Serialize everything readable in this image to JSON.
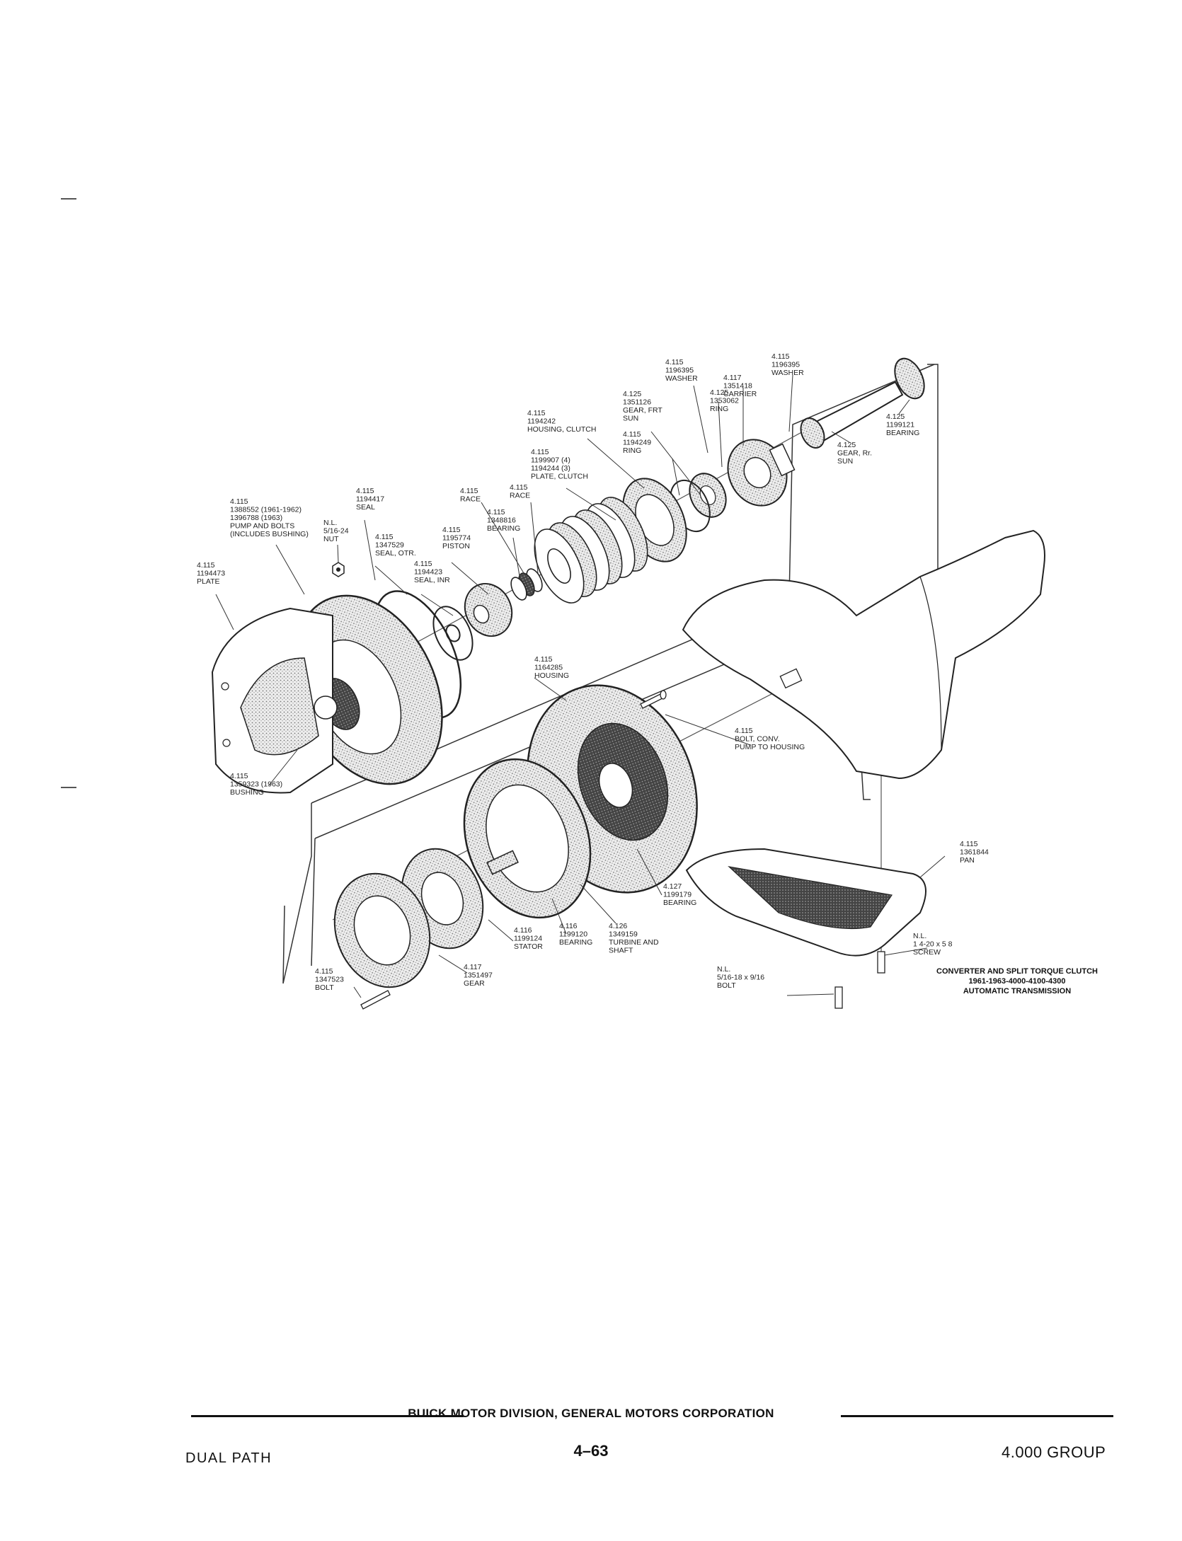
{
  "callouts": [
    {
      "id": "washer-a",
      "lines": [
        "4.115",
        "1196395",
        "WASHER"
      ]
    },
    {
      "id": "washer-b",
      "lines": [
        "4.115",
        "1196395",
        "WASHER"
      ]
    },
    {
      "id": "carrier",
      "lines": [
        "4.117",
        "1351418",
        "CARRIER"
      ]
    },
    {
      "id": "ring-a",
      "lines": [
        "4.125",
        "1353062",
        "RING"
      ]
    },
    {
      "id": "gear-frt-sun",
      "lines": [
        "4.125",
        "1351126",
        "GEAR, FRT",
        "SUN"
      ]
    },
    {
      "id": "bearing-a",
      "lines": [
        "4.125",
        "1199121",
        "BEARING"
      ]
    },
    {
      "id": "gear-rr-sun",
      "lines": [
        "4.125",
        "GEAR, Rr.",
        "SUN"
      ]
    },
    {
      "id": "housing-clutch",
      "lines": [
        "4.115",
        "1194242",
        "HOUSING, CLUTCH"
      ]
    },
    {
      "id": "ring-b",
      "lines": [
        "4.115",
        "1194249",
        "RING"
      ]
    },
    {
      "id": "plate-clutch",
      "lines": [
        "4.115",
        "1199907 (4)",
        "1194244 (3)",
        "PLATE, CLUTCH"
      ]
    },
    {
      "id": "race-a",
      "lines": [
        "4.115",
        "RACE"
      ]
    },
    {
      "id": "race-b",
      "lines": [
        "4.115",
        "RACE"
      ]
    },
    {
      "id": "bearing-b",
      "lines": [
        "4.115",
        "1348816",
        "BEARING"
      ]
    },
    {
      "id": "piston",
      "lines": [
        "4.115",
        "1195774",
        "PISTON"
      ]
    },
    {
      "id": "seal-inr",
      "lines": [
        "4.115",
        "1194423",
        "SEAL, INR"
      ]
    },
    {
      "id": "seal-otr",
      "lines": [
        "4.115",
        "1347529",
        "SEAL, OTR."
      ]
    },
    {
      "id": "seal",
      "lines": [
        "4.115",
        "1194417",
        "SEAL"
      ]
    },
    {
      "id": "nut",
      "lines": [
        "N.L.",
        "5/16-24",
        "NUT"
      ]
    },
    {
      "id": "pump",
      "lines": [
        "4.115",
        "1388552 (1961-1962)",
        "1396788 (1963)",
        "PUMP AND BOLTS",
        "(INCLUDES BUSHING)"
      ]
    },
    {
      "id": "plate",
      "lines": [
        "4.115",
        "1194473",
        "PLATE"
      ]
    },
    {
      "id": "bushing",
      "lines": [
        "4.115",
        "1359323 (1963)",
        "BUSHING"
      ]
    },
    {
      "id": "housing",
      "lines": [
        "4.115",
        "1164285",
        "HOUSING"
      ]
    },
    {
      "id": "bolt-conv",
      "lines": [
        "4.115",
        "BOLT, CONV.",
        "PUMP TO HOUSING"
      ]
    },
    {
      "id": "pan",
      "lines": [
        "4.115",
        "1361844",
        "PAN"
      ]
    },
    {
      "id": "bearing-c",
      "lines": [
        "4.127",
        "1199179",
        "BEARING"
      ]
    },
    {
      "id": "turbine",
      "lines": [
        "4.126",
        "1349159",
        "TURBINE AND",
        "SHAFT"
      ]
    },
    {
      "id": "bearing-d",
      "lines": [
        "4.116",
        "1199120",
        "BEARING"
      ]
    },
    {
      "id": "stator",
      "lines": [
        "4.116",
        "1199124",
        "STATOR"
      ]
    },
    {
      "id": "gear",
      "lines": [
        "4.117",
        "1351497",
        "GEAR"
      ]
    },
    {
      "id": "bolt-a",
      "lines": [
        "4.115",
        "1347523",
        "BOLT"
      ]
    },
    {
      "id": "screw",
      "lines": [
        "N.L.",
        "1 4-20 x 5 8",
        "SCREW"
      ]
    },
    {
      "id": "bolt-b",
      "lines": [
        "N.L.",
        "5/16-18 x 9/16",
        "BOLT"
      ]
    }
  ],
  "caption": {
    "line1": "CONVERTER AND SPLIT TORQUE CLUTCH",
    "line2": "1961-1963-4000-4100-4300",
    "line3": "AUTOMATIC TRANSMISSION"
  },
  "footer": {
    "corporation": "BUICK MOTOR DIVISION, GENERAL MOTORS CORPORATION",
    "left": "DUAL PATH",
    "center": "4–63",
    "right": "4.000 GROUP"
  }
}
